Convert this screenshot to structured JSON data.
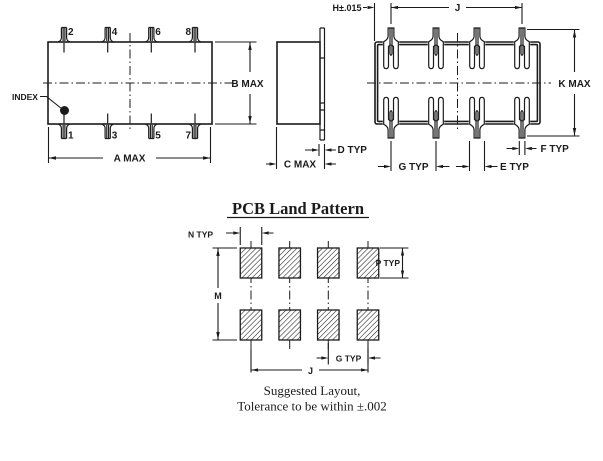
{
  "top_view": {
    "index_label": "INDEX",
    "pin_numbers_top": [
      "2",
      "4",
      "6",
      "8"
    ],
    "pin_numbers_bottom": [
      "1",
      "3",
      "5",
      "7"
    ],
    "dim_a": "A  MAX",
    "dim_b": "B  MAX"
  },
  "side_view": {
    "dim_c": "C  MAX",
    "dim_d": "D  TYP"
  },
  "bottom_view": {
    "dim_h": "H±.015",
    "dim_j": "J",
    "dim_k": "K  MAX",
    "dim_g": "G  TYP",
    "dim_e": "E  TYP",
    "dim_f": "F  TYP"
  },
  "land_pattern": {
    "title": "PCB Land Pattern",
    "dim_n": "N  TYP",
    "dim_m": "M",
    "dim_p": "P  TYP",
    "dim_g": "G  TYP",
    "dim_j": "J",
    "caption_line1": "Suggested Layout,",
    "caption_line2": "Tolerance to be within ±.002"
  },
  "colors": {
    "line": "#1b1b1b",
    "background": "#ffffff"
  }
}
